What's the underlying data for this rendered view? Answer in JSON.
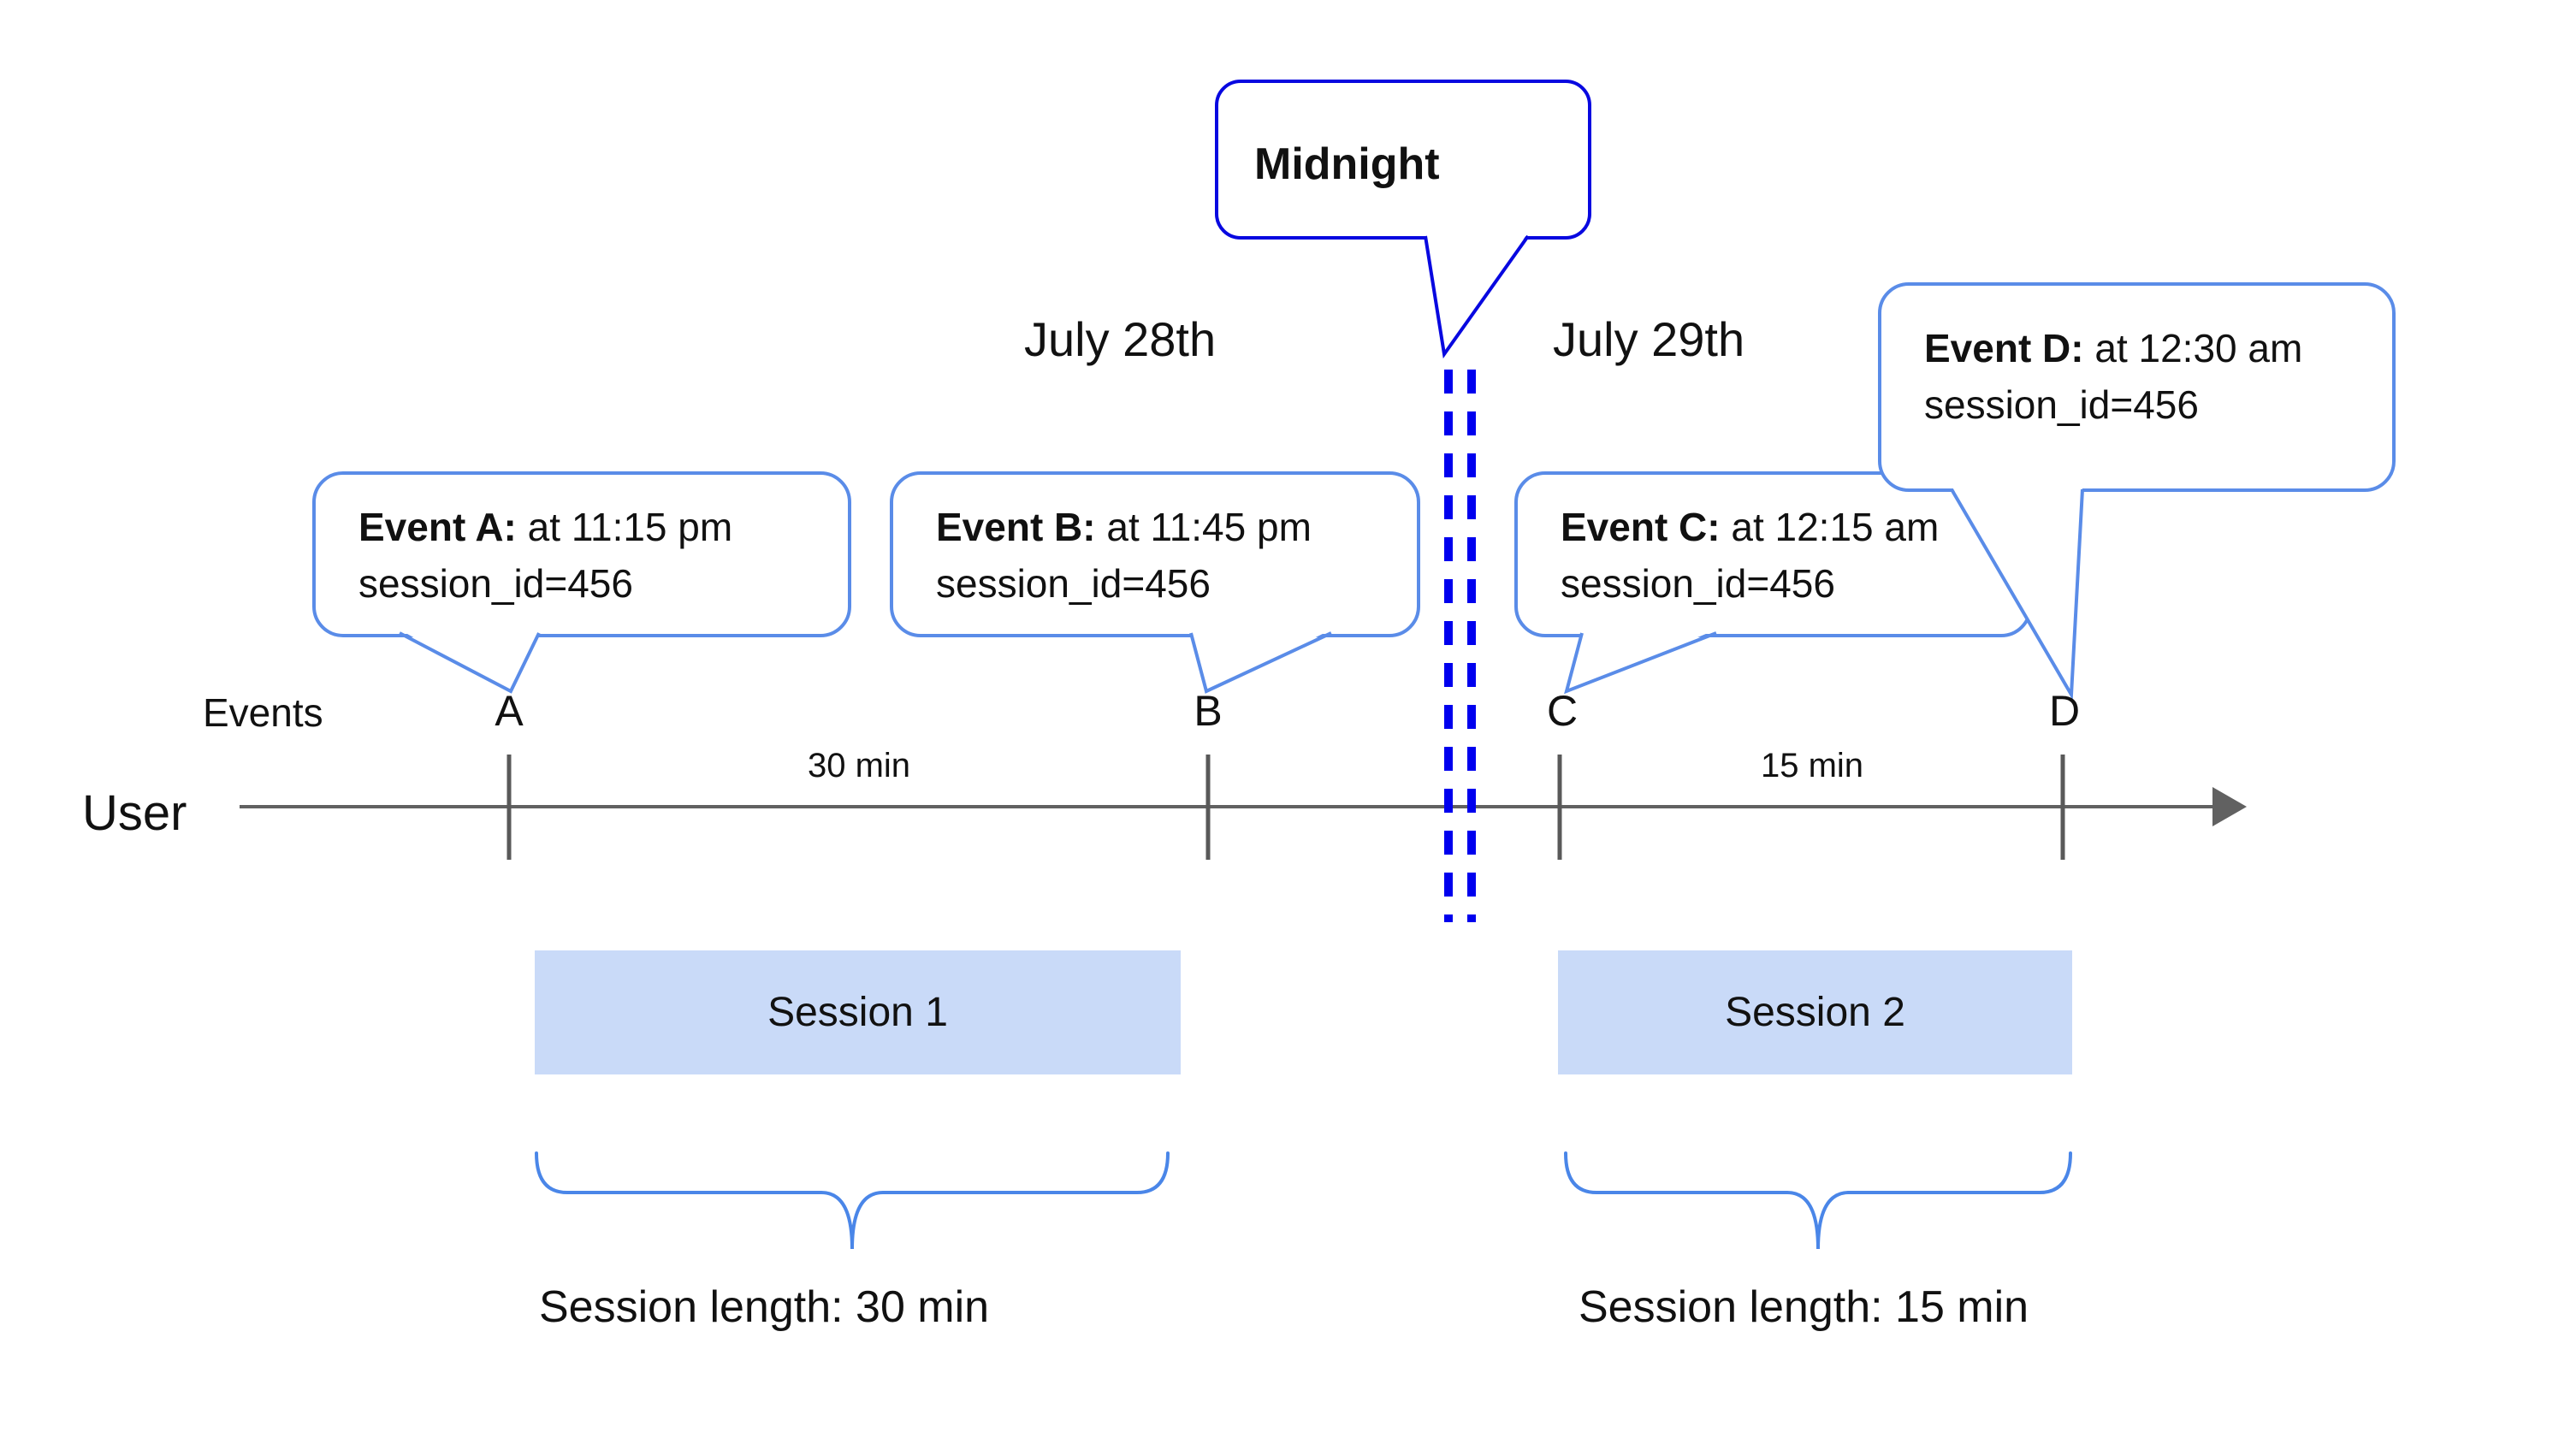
{
  "midnight": {
    "label": "Midnight"
  },
  "dates": {
    "before": "July 28th",
    "after": "July 29th"
  },
  "axis": {
    "events_label": "Events",
    "user_label": "User"
  },
  "events": [
    {
      "marker": "A",
      "title": "Event A:",
      "time": "at 11:15 pm",
      "session": "session_id=456"
    },
    {
      "marker": "B",
      "title": "Event B:",
      "time": "at 11:45 pm",
      "session": "session_id=456"
    },
    {
      "marker": "C",
      "title": "Event C:",
      "time": "at 12:15 am",
      "session": "session_id=456"
    },
    {
      "marker": "D",
      "title": "Event D:",
      "time": "at 12:30 am",
      "session": "session_id=456"
    }
  ],
  "intervals": [
    {
      "label": "30 min"
    },
    {
      "label": "15 min"
    }
  ],
  "sessions": [
    {
      "name": "Session 1",
      "length_label": "Session length: 30 min"
    },
    {
      "name": "Session 2",
      "length_label": "Session length: 15 min"
    }
  ],
  "colors": {
    "event_bubble_border": "#5a8ce8",
    "midnight_blue": "#0808e0",
    "dashed_line_blue": "#0000ee",
    "session_fill": "#c9daf8",
    "brace_blue": "#4a86e8",
    "axis_gray": "#616161"
  }
}
